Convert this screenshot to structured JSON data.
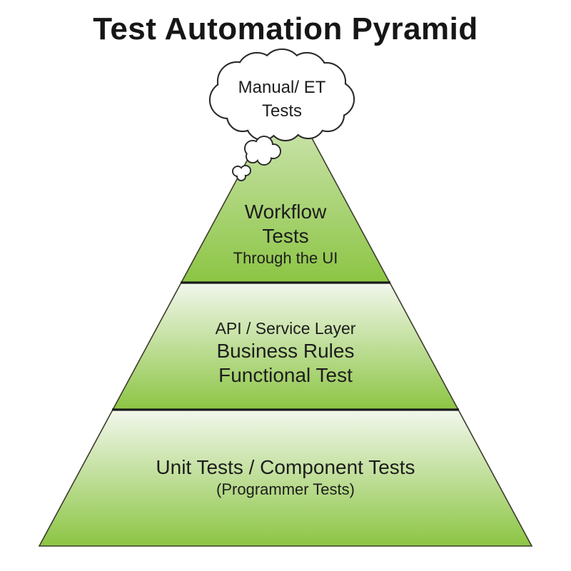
{
  "title": "Test Automation Pyramid",
  "cloud": {
    "lines": [
      "Manual/ ET",
      "Tests"
    ]
  },
  "tiers": [
    {
      "id": "ui-workflow-tests",
      "lines": [
        "Workflow",
        "Tests",
        "Through the UI"
      ]
    },
    {
      "id": "api-service-tests",
      "lines": [
        "API / Service Layer",
        "Business Rules",
        "Functional Test"
      ]
    },
    {
      "id": "unit-component-tests",
      "lines": [
        "Unit Tests / Component Tests",
        "(Programmer Tests)"
      ]
    }
  ],
  "colors": {
    "green_dark": "#8cc544",
    "tier_top_light": "#f2f7ec",
    "tier1_top_light": "#d8eac3",
    "pyramid_outline": "#3c3c2c",
    "divider": "#1a1a1a",
    "cloud_fill": "#ffffff",
    "cloud_stroke": "#2b2b2b",
    "text": "#1d1d1d",
    "background": "#ffffff"
  }
}
